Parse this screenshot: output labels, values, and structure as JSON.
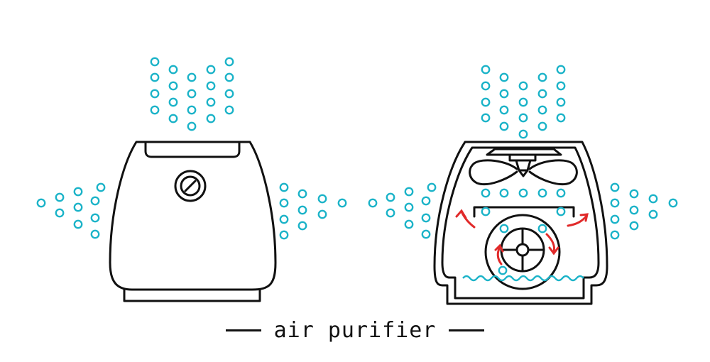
{
  "caption": {
    "text": "air purifier"
  },
  "colors": {
    "outline": "#111111",
    "air_particles": "#1bb3c8",
    "airflow_arrows": "#e12a2a"
  },
  "figures": [
    {
      "id": "exterior-view",
      "parts": [
        "housing",
        "top-handle",
        "control-knob",
        "base"
      ]
    },
    {
      "id": "cutaway-view",
      "parts": [
        "housing",
        "fan",
        "filter",
        "circular-fan-chamber",
        "water-reservoir",
        "airflow-arrows"
      ]
    }
  ]
}
